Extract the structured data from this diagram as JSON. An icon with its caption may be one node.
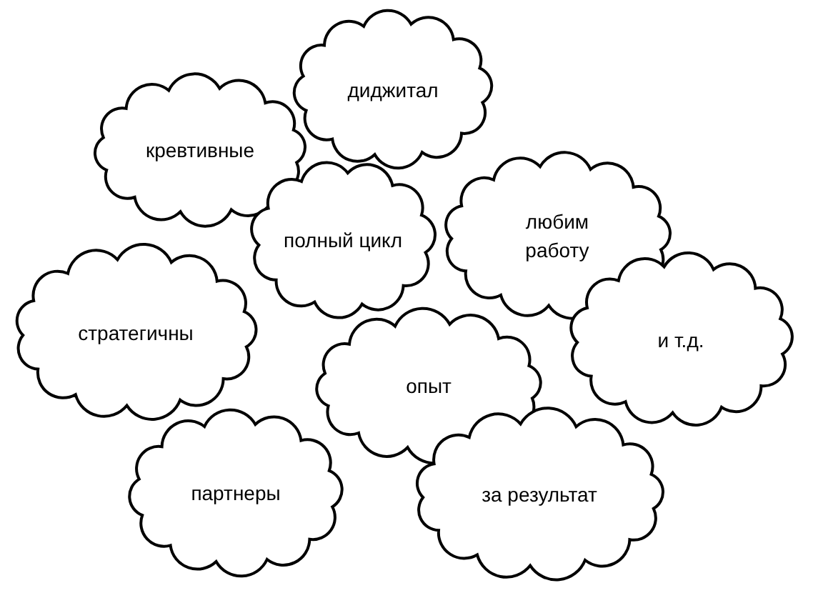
{
  "diagram": {
    "nodes": [
      {
        "text": [
          "диджитал"
        ]
      },
      {
        "text": [
          "кревтивные"
        ]
      },
      {
        "text": [
          "полный цикл"
        ]
      },
      {
        "text": [
          "любим работу"
        ]
      },
      {
        "text": [
          "стратегичны"
        ]
      },
      {
        "text": [
          "и т.д."
        ]
      },
      {
        "text": [
          "опыт"
        ]
      },
      {
        "text": [
          "партнеры"
        ]
      },
      {
        "text": [
          "за результат"
        ]
      }
    ]
  }
}
